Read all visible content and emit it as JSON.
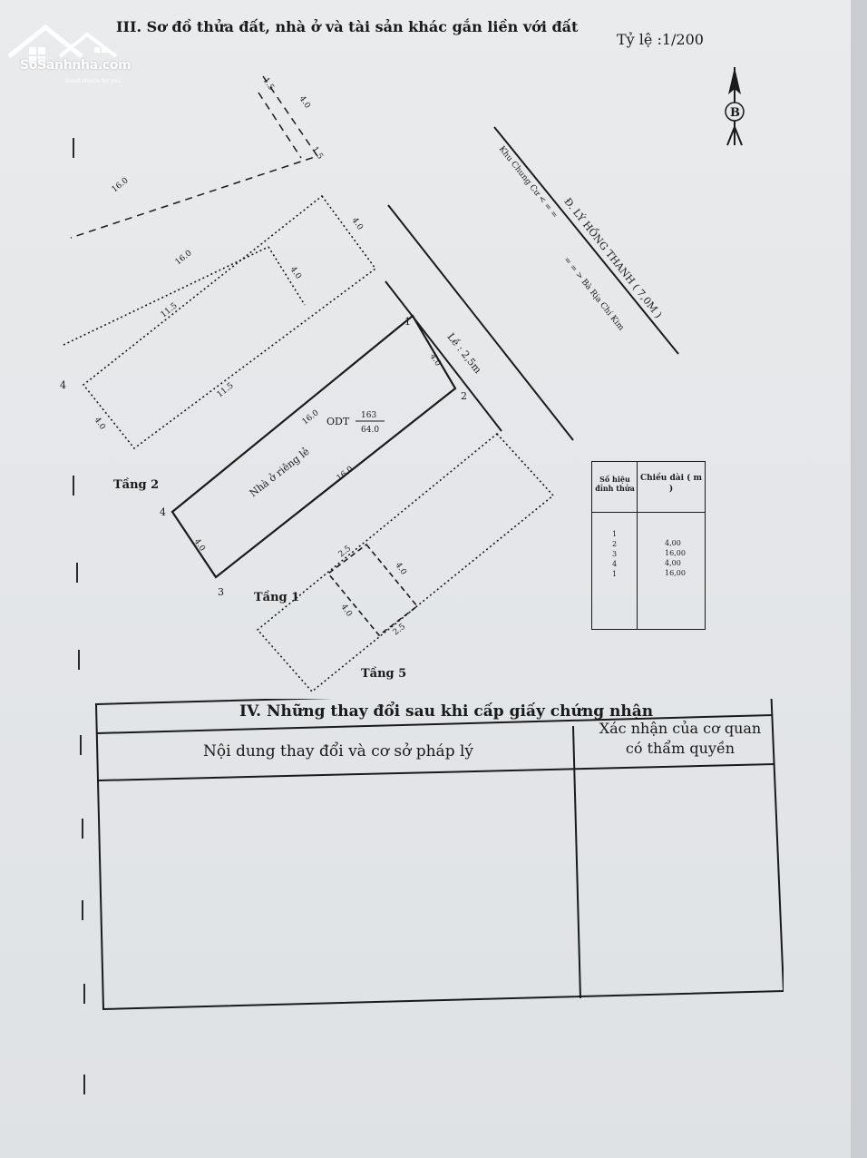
{
  "watermark": {
    "brand": "SoSanhnha.com",
    "tagline": "Great choice for you"
  },
  "section3": {
    "title": "III. Sơ đồ thửa đất, nhà ở và tài sản khác gắn liền với đất",
    "scale": "Tỷ lệ :1/200",
    "compass_label": "B"
  },
  "diagram": {
    "street_name": "Đ. LÝ HỒNG THANH ( 7,0M )",
    "street_direction_left": "Khu Chung Cư < = =",
    "street_direction_right": "= = > Bà Rịa Chí Kim",
    "sidewalk": "Lề : 2,5m",
    "land_use_code": "ODT",
    "parcel_number": "163",
    "parcel_area": "64.0",
    "house_label": "Nhà ở riêng lẻ",
    "floor_labels": {
      "floor2": "Tầng 2",
      "floor1": "Tầng 1",
      "floor5": "Tầng 5"
    },
    "vertex_labels": [
      "1",
      "2",
      "3",
      "4"
    ],
    "dimensions": {
      "top_15a": "1.5",
      "top_40": "4.0",
      "top_15b": "1.5",
      "top_160": "16.0",
      "f2_40a": "4.0",
      "f2_160": "16.0",
      "f2_40b": "4.0",
      "f2_115a": "11.5",
      "f2_115b": "11.5",
      "f2_40c": "4.0",
      "main_40a": "4.0",
      "main_160a": "16.0",
      "main_160b": "16.0",
      "main_40b": "4.0",
      "f5_25a": "2.5",
      "f5_40a": "4.0",
      "f5_40b": "4.0",
      "f5_25b": "2.5"
    }
  },
  "edge_table": {
    "header_points": "Số hiệu đỉnh thửa",
    "header_length": "Chiều dài ( m )",
    "points": [
      "1",
      "2",
      "3",
      "4",
      "1"
    ],
    "lengths": [
      "4,00",
      "16,00",
      "4,00",
      "16,00"
    ]
  },
  "section4": {
    "title": "IV. Những thay đổi sau khi cấp giấy chứng nhận",
    "col_content": "Nội dung thay đổi và cơ sở pháp lý",
    "col_confirm": "Xác nhận của cơ quan có thẩm quyền"
  }
}
